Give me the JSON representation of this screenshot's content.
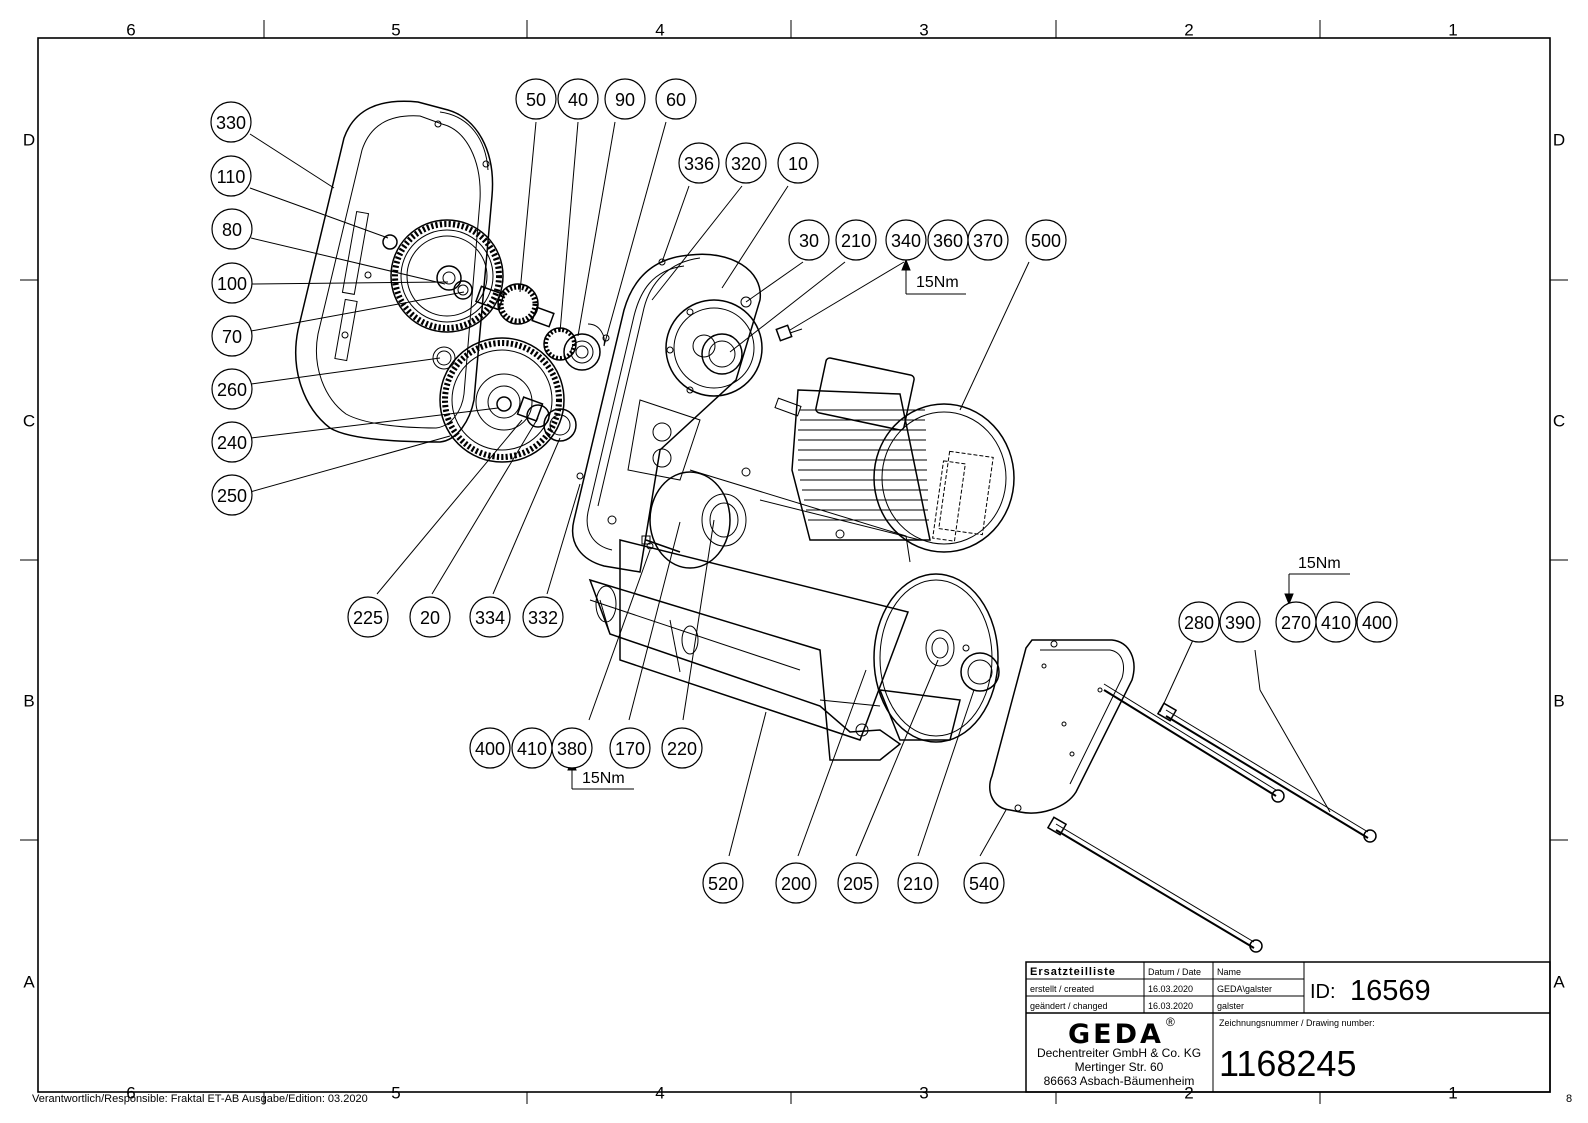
{
  "grid": {
    "columns": [
      "6",
      "5",
      "4",
      "3",
      "2",
      "1"
    ],
    "rows": [
      "D",
      "C",
      "B",
      "A"
    ]
  },
  "callouts": [
    "330",
    "110",
    "80",
    "100",
    "70",
    "260",
    "240",
    "250",
    "50",
    "40",
    "90",
    "60",
    "336",
    "320",
    "10",
    "30",
    "210",
    "340",
    "360",
    "370",
    "500",
    "225",
    "20",
    "334",
    "332",
    "280",
    "390",
    "270",
    "410",
    "400",
    "400",
    "410",
    "380",
    "170",
    "220",
    "520",
    "200",
    "205",
    "210",
    "540"
  ],
  "torque": [
    "15Nm",
    "15Nm",
    "15Nm"
  ],
  "title_block": {
    "heading": "Ersatzteilliste",
    "col_date": "Datum / Date",
    "col_name": "Name",
    "created_label": "erstellt / created",
    "created_date": "16.03.2020",
    "created_name": "GEDA\\galster",
    "changed_label": "geändert / changed",
    "changed_date": "16.03.2020",
    "changed_name": "galster",
    "id_label": "ID:",
    "id_value": "16569",
    "brand": "GEDA",
    "registered": "®",
    "company": "Dechentreiter GmbH & Co. KG",
    "street": "Mertinger Str. 60",
    "city": "86663 Asbach-Bäumenheim",
    "drawing_label": "Zeichnungsnummer / Drawing number:",
    "drawing_number": "1168245"
  },
  "footer": {
    "responsible": "Verantwortlich/Responsible: Fraktal ET-AB Ausgabe/Edition: 03.2020",
    "page": "8"
  }
}
